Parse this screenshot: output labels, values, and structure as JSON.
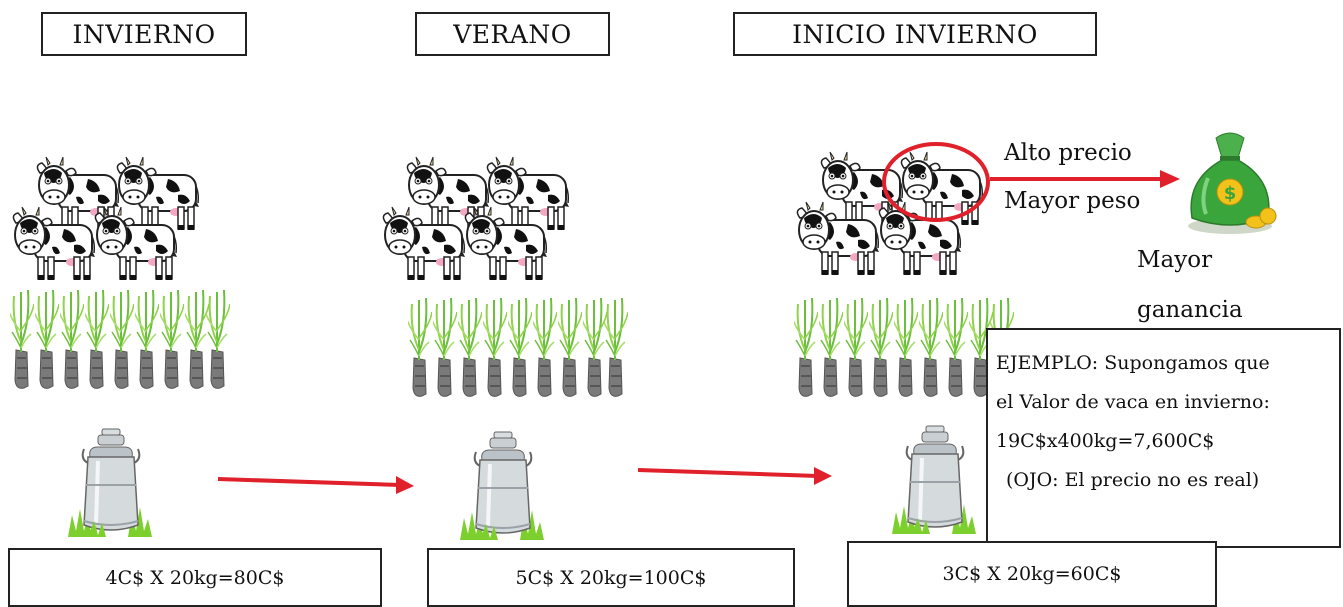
{
  "seasons": {
    "winter": "INVIERNO",
    "summer": "VERANO",
    "early_winter": "INICIO INVIERNO"
  },
  "calculations": {
    "winter": "4C$ X 20kg=80C$",
    "summer": "5C$ X 20kg=100C$",
    "early_winter": "3C$ X 20kg=60C$"
  },
  "labels": {
    "high_price": "Alto precio",
    "more_weight": "Mayor peso",
    "more_profit_line1": "Mayor",
    "more_profit_line2": "ganancia"
  },
  "example": {
    "line1": "EJEMPLO: Supongamos que",
    "line2": "el Valor de vaca en invierno:",
    "line3": "19C$x400kg=7,600C$",
    "line4": "(OJO: El precio no es real)"
  },
  "colors": {
    "arrow": "#e0202a",
    "grass": "#7ccf2c",
    "money_bag": "#3aa53a"
  },
  "icons": [
    "cow-herd-icon",
    "sugarcane-icon",
    "milk-can-icon",
    "money-bag-icon"
  ]
}
